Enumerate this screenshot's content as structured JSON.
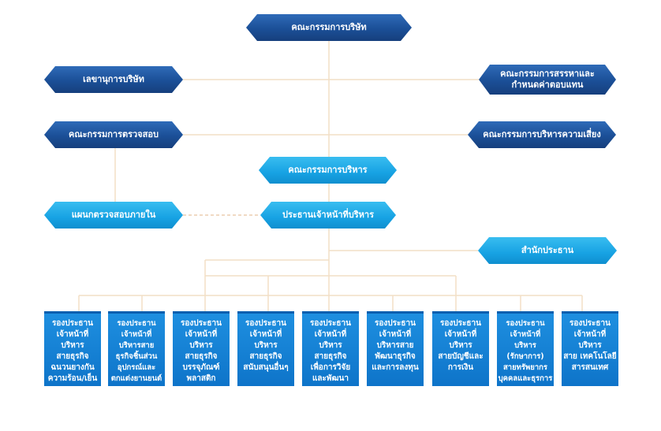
{
  "board": "คณะกรรมการบริษัท",
  "secretary": "เลขานุการบริษัท",
  "nomination": "คณะกรรมการสรรหาและ\nกำหนดค่าตอบแทน",
  "audit_committee": "คณะกรรมการตรวจสอบ",
  "risk_committee": "คณะกรรมการบริหารความเสี่ยง",
  "executive_committee": "คณะกรรมการบริหาร",
  "internal_audit": "แผนกตรวจสอบภายใน",
  "ceo": "ประธานเจ้าหน้าที่บริหาร",
  "president_office": "สำนักประธาน",
  "vice_presidents": [
    "รองประธาน\nเจ้าหน้าที่\nบริหาร\nสายธุรกิจ\nฉนวนยางกัน\nความร้อน/เย็น",
    "รองประธาน\nเจ้าหน้าที่\nบริหารสาย\nธุรกิจชิ้นส่วน\nอุปกรณ์และ\nตกแต่งยานยนต์",
    "รองประธาน\nเจ้าหน้าที่\nบริหาร\nสายธุรกิจ\nบรรจุภัณฑ์\nพลาสติก",
    "รองประธาน\nเจ้าหน้าที่\nบริหาร\nสายธุรกิจ\nสนับสนุนอื่นๆ",
    "รองประธาน\nเจ้าหน้าที่\nบริหาร\nสายธุรกิจ\nเพื่อการวิจัย\nและพัฒนา",
    "รองประธาน\nเจ้าหน้าที่\nบริหารสาย\nพัฒนาธุรกิจ\nและการลงทุน",
    "รองประธาน\nเจ้าหน้าที่\nบริหาร\nสายบัญชีและ\nการเงิน",
    "รองประธาน\nเจ้าหน้าที่\nบริหาร\n(รักษาการ)\nสายทรัพยากร\nบุคคลและธุรการ",
    "รองประธาน\nเจ้าหน้าที่\nบริหาร\nสาย เทคโนโลยี\nสารสนเทศ"
  ]
}
